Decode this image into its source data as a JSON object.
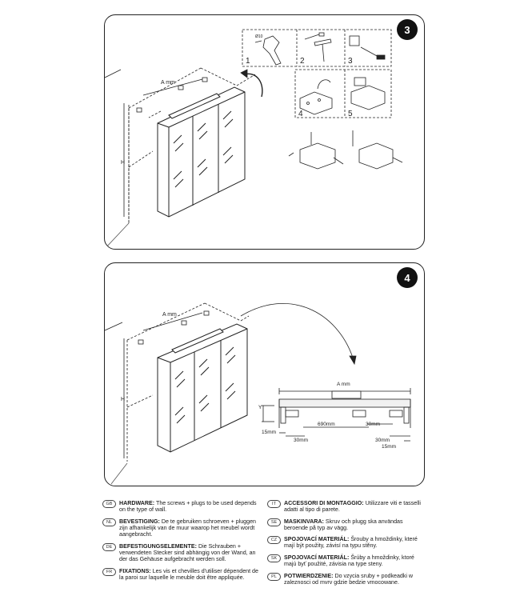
{
  "steps": {
    "step3": {
      "number": "3"
    },
    "step4": {
      "number": "4"
    }
  },
  "panel3": {
    "dim_width": "A mm",
    "dim_height": "H",
    "drill_label": "Ø10",
    "sub_steps": [
      "1",
      "2",
      "3",
      "4",
      "5"
    ]
  },
  "panel4": {
    "dim_width": "A mm",
    "dim_height": "H",
    "detail": {
      "width_label": "A mm",
      "y_label": "Y",
      "label_690": "690mm",
      "label_30_right": "30mm",
      "label_15_left": "15mm",
      "label_30_left": "30mm",
      "label_30_bottom": "30mm",
      "label_15_bottom": "15mm"
    }
  },
  "legend": [
    {
      "code": "GB",
      "title": "HARDWARE:",
      "text": "The screws + plugs to be used depends on the type of wall."
    },
    {
      "code": "NL",
      "title": "BEVESTIGING:",
      "text": "De te gebruiken schroeven + pluggen zijn afhankelijk van de muur waarop het meubel wordt aangebracht."
    },
    {
      "code": "DE",
      "title": "BEFESTIGUNGSELEMENTE:",
      "text": "Die Schrauben + verwendeten Stecker sind abhängig von der Wand, an der das Gehäuse aufgebracht werden soll."
    },
    {
      "code": "FR",
      "title": "FIXATIONS:",
      "text": "Les vis et chevilles d'utiliser dépendent de la paroi sur laquelle le meuble doit être appliquée."
    },
    {
      "code": "IT",
      "title": "ACCESSORI DI MONTAGGIO:",
      "text": "Utilizzare viti e tasselli adatti al tipo di parete."
    },
    {
      "code": "SE",
      "title": "MASKINVARA:",
      "text": "Skruv och plugg ska användas beroende på typ av vägg."
    },
    {
      "code": "CZ",
      "title": "SPOJOVACÍ MATERIÁL:",
      "text": "Šrouby a hmoždinky, které mají být použity, závisí na typu stěny."
    },
    {
      "code": "SK",
      "title": "SPOJOVACÍ MATERIÁL:",
      "text": "Šrúby a hmoždinky, ktoré majú byť použité, závisia na type steny."
    },
    {
      "code": "PL",
      "title": "POTWIERDZENIE:",
      "text": "Do vzycia sruby + podkeadki w zaleznosci od mvrv gdzie bedzie vmocowane."
    }
  ]
}
